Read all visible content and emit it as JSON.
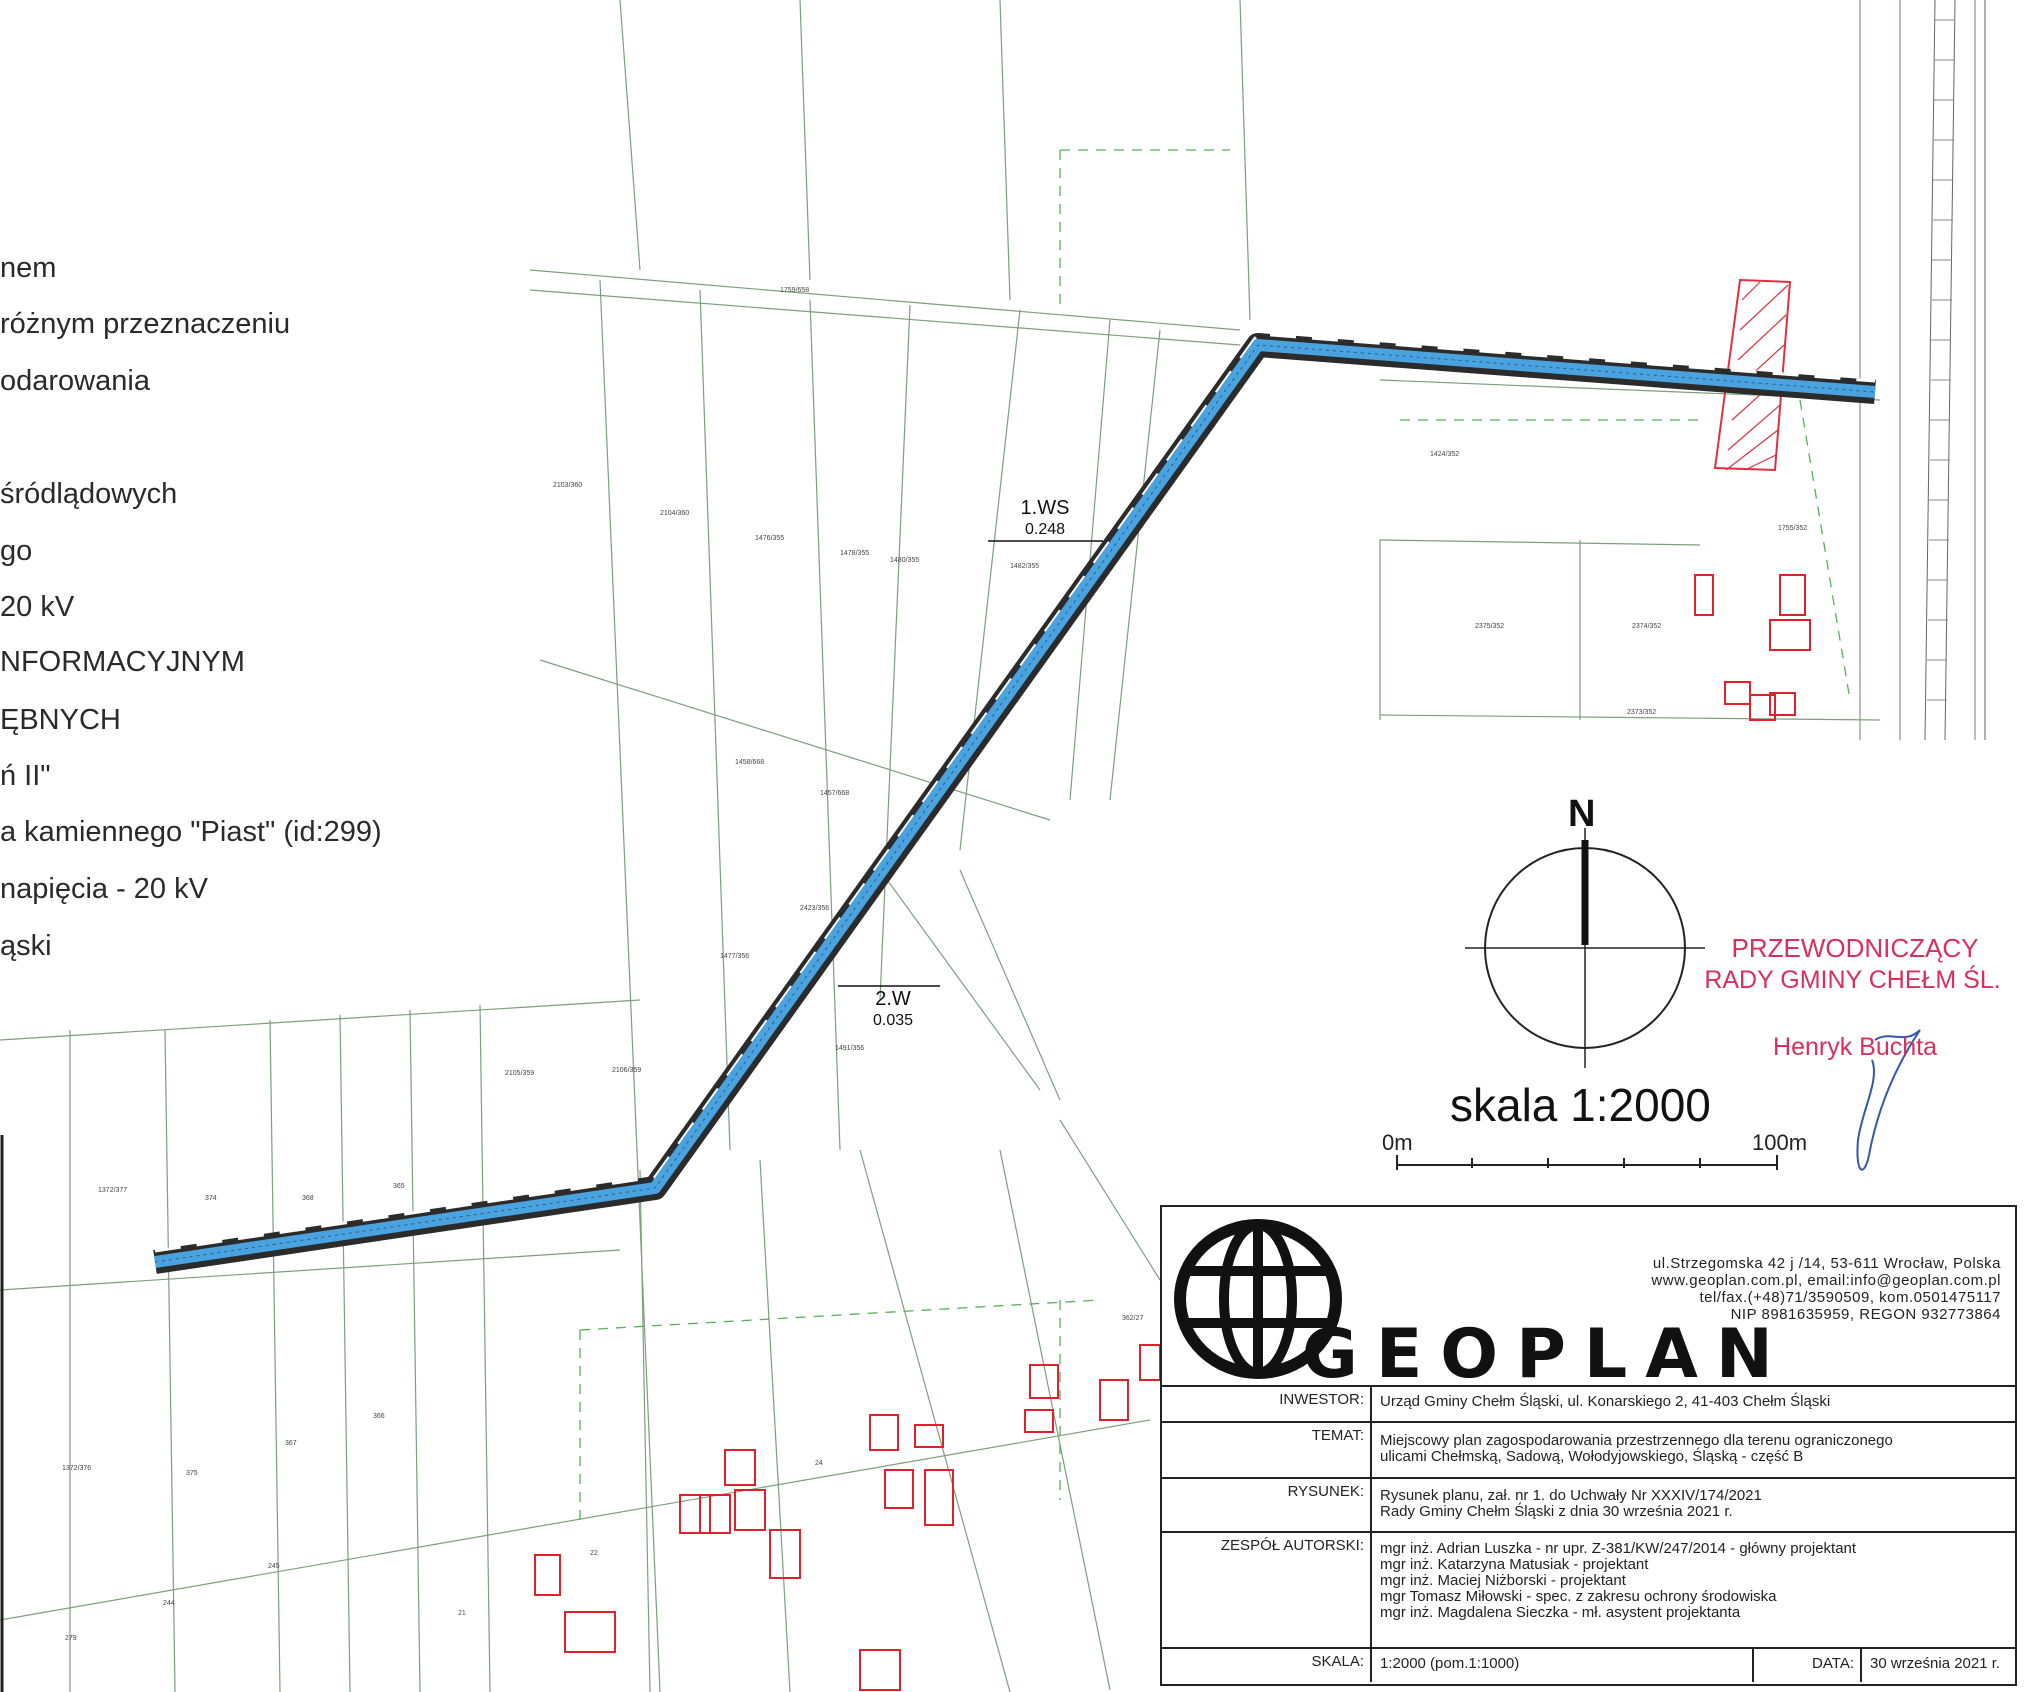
{
  "legend_lines": [
    "nem",
    "różnym przeznaczeniu",
    "odarowania",
    "śródlądowych",
    "go",
    "20 kV",
    "NFORMACYJNYM",
    "ĘBNYCH",
    "ń II\"",
    "a kamiennego \"Piast\" (id:299)",
    "napięcia - 20 kV",
    "ąski"
  ],
  "zones": [
    {
      "code": "1.WS",
      "area": "0.248"
    },
    {
      "code": "2.W",
      "area": "0.035"
    }
  ],
  "north_label": "N",
  "scale": {
    "title": "skala 1:2000",
    "start": "0m",
    "end": "100m"
  },
  "signature": {
    "line1": "PRZEWODNICZĄCY",
    "line2": "RADY GMINY CHEŁM ŚL.",
    "name": "Henryk Buchta"
  },
  "colors": {
    "channel": "#4aa3df",
    "buffer": "#2b2b2b",
    "buildings": "#e0202a",
    "stamp": "#d9305b",
    "lines": "#7aa07a"
  },
  "parcels": [
    {
      "label": "1759/658"
    },
    {
      "label": "2103/360"
    },
    {
      "label": "2104/360"
    },
    {
      "label": "1476/355"
    },
    {
      "label": "1478/355"
    },
    {
      "label": "1480/355"
    },
    {
      "label": "1482/355"
    },
    {
      "label": "1424/352"
    },
    {
      "label": "1755/352"
    },
    {
      "label": "2375/352"
    },
    {
      "label": "2374/352"
    },
    {
      "label": "2373/352"
    },
    {
      "label": "1458/668"
    },
    {
      "label": "1457/668"
    },
    {
      "label": "2423/356"
    },
    {
      "label": "1477/356"
    },
    {
      "label": "1491/356"
    },
    {
      "label": "2105/359"
    },
    {
      "label": "2106/359"
    },
    {
      "label": "1372/377"
    },
    {
      "label": "374"
    },
    {
      "label": "368"
    },
    {
      "label": "365"
    },
    {
      "label": "1372/376"
    },
    {
      "label": "375"
    },
    {
      "label": "367"
    },
    {
      "label": "366"
    },
    {
      "label": "244"
    },
    {
      "label": "245"
    },
    {
      "label": "279"
    },
    {
      "label": "22"
    },
    {
      "label": "21"
    },
    {
      "label": "24"
    },
    {
      "label": "362/27"
    }
  ],
  "title_block": {
    "address": [
      "ul.Strzegomska 42 j /14, 53-611 Wrocław, Polska",
      "www.geoplan.com.pl, email:info@geoplan.com.pl",
      "tel/fax.(+48)71/3590509, kom.0501475117",
      "NIP 8981635959, REGON 932773864"
    ],
    "brand": "GEOPLAN",
    "inwestor_label": "INWESTOR:",
    "inwestor": "Urząd Gminy Chełm Śląski, ul. Konarskiego 2, 41-403 Chełm Śląski",
    "temat_label": "TEMAT:",
    "temat": [
      "Miejscowy plan zagospodarowania przestrzennego dla terenu ograniczonego",
      "ulicami Chełmską, Sadową, Wołodyjowskiego, Śląską - część B"
    ],
    "rysunek_label": "RYSUNEK:",
    "rysunek": [
      "Rysunek planu, zał. nr 1. do Uchwały Nr XXXIV/174/2021",
      "Rady Gminy Chełm Śląski z dnia  30 września 2021 r."
    ],
    "zespol_label": "ZESPÓŁ AUTORSKI:",
    "zespol": [
      "mgr inż. Adrian Luszka - nr upr. Z-381/KW/247/2014 - główny projektant",
      "mgr inż. Katarzyna Matusiak - projektant",
      "mgr inż. Maciej Niżborski - projektant",
      "mgr Tomasz Miłowski - spec. z zakresu ochrony środowiska",
      "mgr inż. Magdalena Sieczka -  mł. asystent projektanta"
    ],
    "skala_label": "SKALA:",
    "skala": "1:2000 (pom.1:1000)",
    "data_label": "DATA:",
    "data": "30 września 2021 r."
  }
}
